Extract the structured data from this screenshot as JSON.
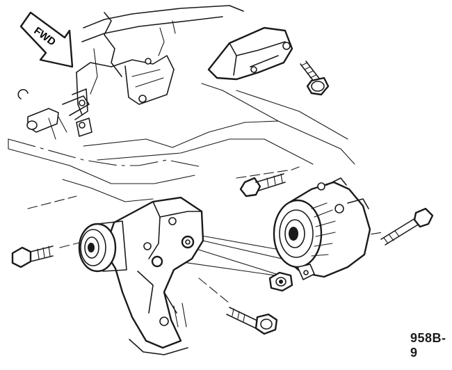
{
  "direction_arrow": {
    "label": "FWD"
  },
  "figure_ref": "958B-9",
  "colors": {
    "ink": "#1a1a1a",
    "paper": "#ffffff"
  },
  "parts": [
    "engine-block",
    "upper-bracket",
    "upper-bracket-bolt",
    "rear-support-clip",
    "generator",
    "generator-upper-bolt",
    "generator-through-bolt",
    "generator-nut",
    "mounting-bracket",
    "idler-pulley",
    "bracket-left-bolt",
    "bracket-lower-bolt"
  ]
}
